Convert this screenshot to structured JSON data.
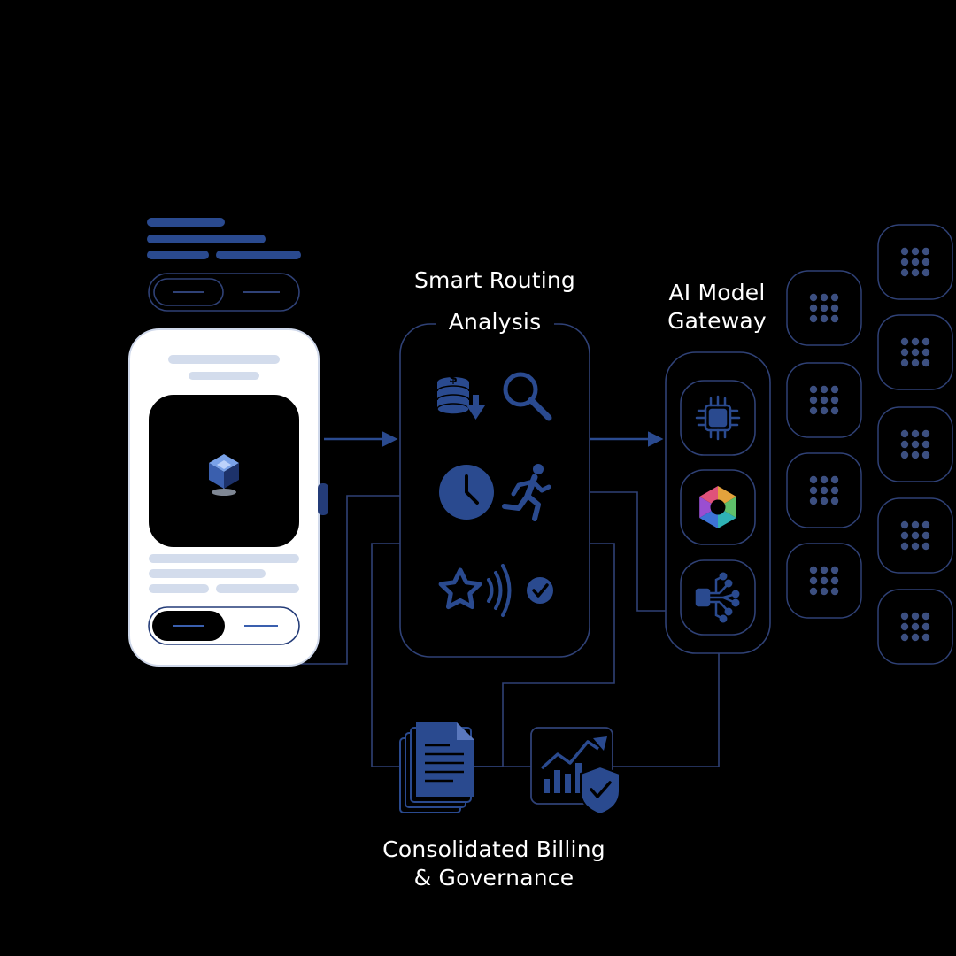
{
  "labels": {
    "routing_line1": "Smart Routing",
    "routing_line2": "Analysis",
    "gateway_line1": "AI Model",
    "gateway_line2": "Gateway",
    "billing_line1": "Consolidated Billing",
    "billing_line2": "& Governance"
  },
  "icons": {
    "app": "cube-logo-icon",
    "routing": [
      "coin-stack-down-icon",
      "magnifier-icon",
      "clock-icon",
      "running-person-icon",
      "star-icon",
      "signal-waves-icon",
      "check-badge-icon"
    ],
    "gateway": [
      "chip-icon",
      "color-hexagon-icon",
      "network-node-icon"
    ],
    "billing": [
      "documents-icon",
      "chart-shield-icon"
    ],
    "models": "dot-grid-icon"
  },
  "colors": {
    "background": "#000000",
    "accent": "#2a4a8f",
    "outline": "#3a4f85",
    "phone": "#ffffff",
    "skeleton": "#d3dcec",
    "text": "#ffffff"
  }
}
